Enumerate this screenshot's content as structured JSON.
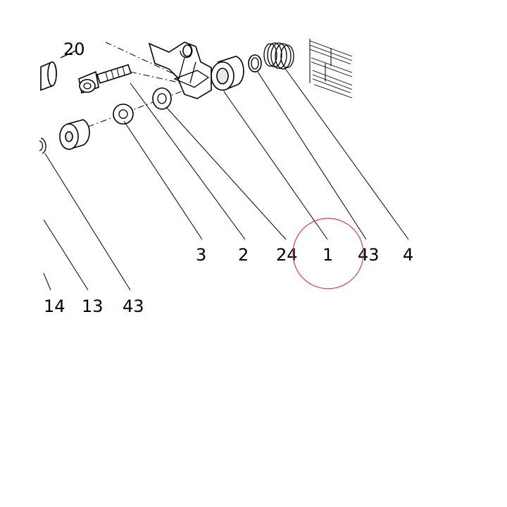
{
  "diagram": {
    "part_numbers": {
      "p20": "20",
      "p3": "3",
      "p2": "2",
      "p24": "24",
      "p1": "1",
      "p43_right": "43",
      "p4": "4",
      "p14": "14",
      "p13": "13",
      "p43_left": "43"
    },
    "highlight": {
      "target": "1",
      "color": "#d9414a"
    }
  }
}
